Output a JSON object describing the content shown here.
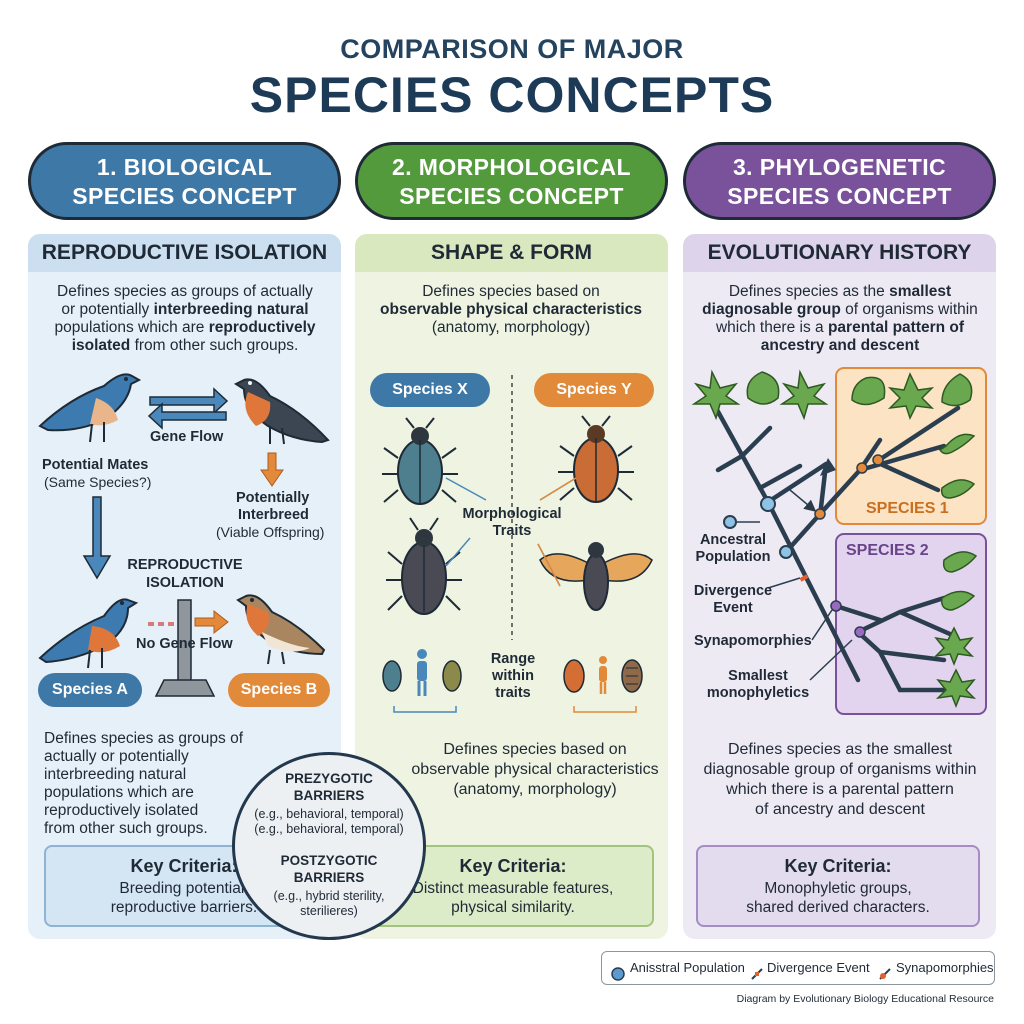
{
  "title": {
    "line1": "COMPARISON OF MAJOR",
    "line2": "SPECIES CONCEPTS"
  },
  "columns": [
    {
      "pill_line1": "1. BIOLOGICAL",
      "pill_line2": "SPECIES CONCEPT",
      "color": "#3d78a6",
      "heading": "REPRODUCTIVE ISOLATION",
      "definition": [
        "Defines species as groups of actually",
        "or potentially",
        "interbreeding natural",
        "populations which are",
        "reproductively",
        "isolated",
        "from other such groups."
      ],
      "labels": {
        "gene_flow": "Gene Flow",
        "potential_mates": "Potential Mates",
        "same_species": "(Same Species?)",
        "potentially": "Potentially",
        "interbreed": "Interbreed",
        "viable": "(Viable Offspring)",
        "repro_iso_1": "REPRODUCTIVE",
        "repro_iso_2": "ISOLATION",
        "no_gene_flow": "No Gene Flow",
        "species_a": "Species A",
        "species_b": "Species B"
      },
      "summary": [
        "Defines species as groups of",
        "actually or potentially",
        "interbreeding natural",
        "populations which are",
        "reproductively isolated",
        "from other such groups."
      ],
      "barriers": {
        "pre_title_1": "PREZYGOTIC",
        "pre_title_2": "BARRIERS",
        "pre_sub_1": "(e.g., behavioral, temporal)",
        "pre_sub_2": "(e.g., behavioral, temporal)",
        "post_title_1": "POSTZYGOTIC",
        "post_title_2": "BARRIERS",
        "post_sub_1": "(e.g., hybrid sterility,",
        "post_sub_2": "sterilieres)"
      },
      "key_title": "Key Criteria:",
      "key_lines": [
        "Breeding potential,",
        "reproductive barriers."
      ]
    },
    {
      "pill_line1": "2. MORPHOLOGICAL",
      "pill_line2": "SPECIES CONCEPT",
      "color": "#539a3d",
      "heading": "SHAPE & FORM",
      "definition": [
        "Defines species based on",
        "observable physical characteristics",
        "(anatomy, morphology)"
      ],
      "labels": {
        "species_x": "Species X",
        "species_y": "Species Y",
        "traits_1": "Morphological",
        "traits_2": "Traits",
        "range_1": "Range",
        "range_2": "within",
        "range_3": "traits"
      },
      "summary": [
        "Defines species based on",
        "observable physical characteristics",
        "(anatomy, morphology)"
      ],
      "key_title": "Key Criteria:",
      "key_lines": [
        "Distinct measurable features,",
        "physical similarity."
      ]
    },
    {
      "pill_line1": "3. PHYLOGENETIC",
      "pill_line2": "SPECIES CONCEPT",
      "color": "#7a529b",
      "heading": "EVOLUTIONARY HISTORY",
      "definition": [
        "Defines species as the",
        "smallest",
        "diagnosable group",
        "of organisms within",
        "which there is a",
        "parental pattern of",
        "ancestry and descent"
      ],
      "labels": {
        "ancestral_1": "Ancestral",
        "ancestral_2": "Population",
        "divergence_1": "Divergence",
        "divergence_2": "Event",
        "synapo": "Synapomorphies",
        "smallest_1": "Smallest",
        "smallest_2": "monophyletics",
        "species_1": "SPECIES 1",
        "species_2": "SPECIES 2"
      },
      "summary": [
        "Defines species as the smallest",
        "diagnosable group of organisms within",
        "which there is a parental pattern",
        "of ancestry and descent"
      ],
      "key_title": "Key Criteria:",
      "key_lines": [
        "Monophyletic groups,",
        "shared derived characters."
      ]
    }
  ],
  "legend": {
    "item1": "Anisstral Population",
    "item2": "Divergence Event",
    "item3": "Synapomorphies"
  },
  "credit": "Diagram by Evolutionary Biology Educational Resource"
}
